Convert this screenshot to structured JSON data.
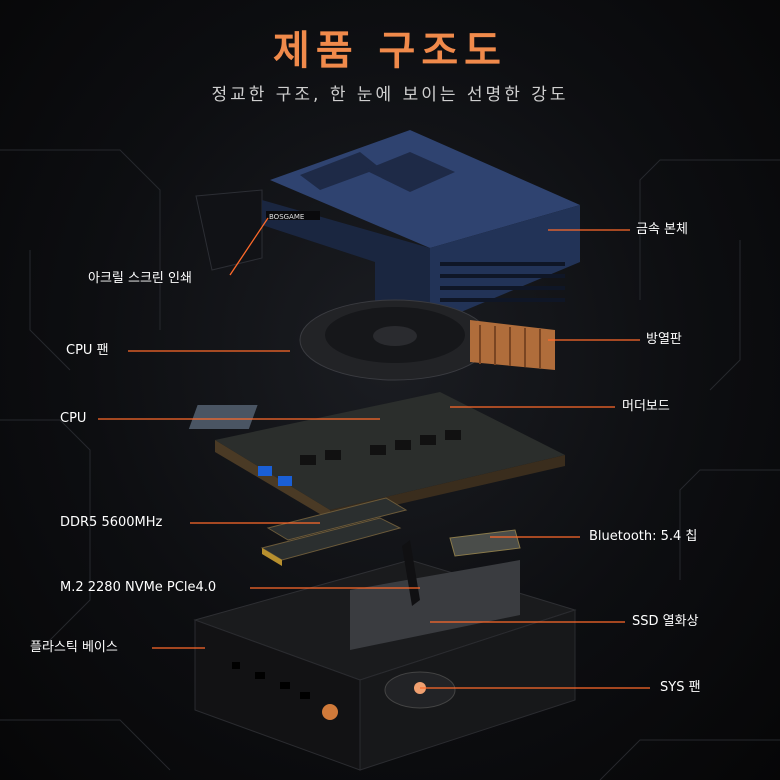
{
  "colors": {
    "title": "#f08a4b",
    "subtitle": "#cfcfcf",
    "label": "#ffffff",
    "leader": "#ff6a2a",
    "lid": "#2b3d63",
    "board": "#3a2f22",
    "base": "#1c1c1e"
  },
  "header": {
    "title": "제품 구조도",
    "subtitle": "정교한 구조, 한 눈에 보이는 선명한 강도"
  },
  "device": {
    "brand_mark": "BOSGAME"
  },
  "labels": {
    "metal_body": "금속 본체",
    "acrylic_print": "아크릴 스크린 인쇄",
    "cpu_fan": "CPU 팬",
    "heatsink": "방열판",
    "motherboard": "머더보드",
    "cpu": "CPU",
    "ddr5": "DDR5 5600MHz",
    "bluetooth": "Bluetooth: 5.4 칩",
    "m2": "M.2 2280 NVMe PCle4.0",
    "ssd_heatsink": "SSD 열화상",
    "plastic_base": "플라스틱 베이스",
    "sys_fan": "SYS 팬"
  }
}
